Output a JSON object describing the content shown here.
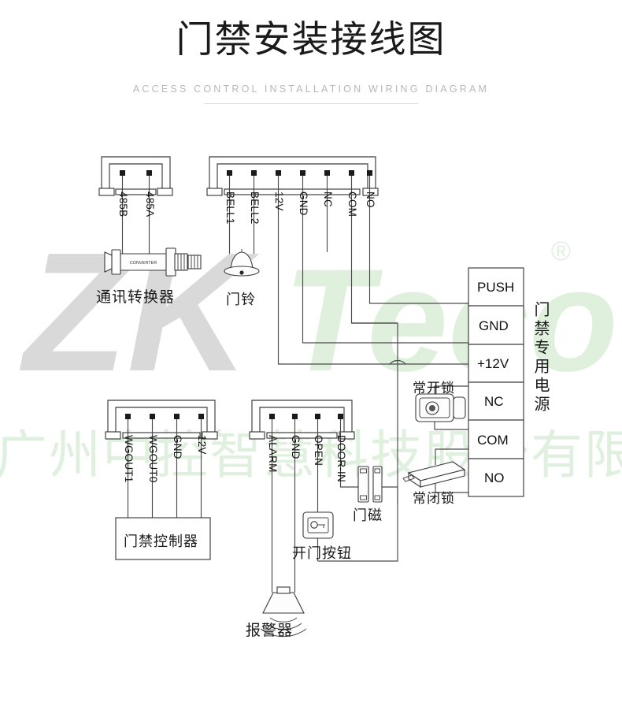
{
  "header": {
    "title": "门禁安装接线图",
    "subtitle": "ACCESS CONTROL INSTALLATION WIRING DIAGRAM"
  },
  "watermark": {
    "brand_zk": "ZK",
    "brand_teco": "Teco",
    "registered_mark": "®",
    "company_cn": "广州中控智慧科技股份有限公司",
    "color_gray": "#d7d7d7",
    "color_green": "#dceedb"
  },
  "converter_terminal": {
    "pins": [
      "485B",
      "485A"
    ],
    "device_label": "CONVERTER",
    "caption": "通讯转换器"
  },
  "main_terminal": {
    "pins": [
      "BELL1",
      "BELL2",
      "12V",
      "GND",
      "NC",
      "COM",
      "NO"
    ]
  },
  "doorbell": {
    "caption": "门铃",
    "icon": "bell-icon"
  },
  "controller_terminal": {
    "pins": [
      "WGOUT1",
      "WGOUT0",
      "GND",
      "12V"
    ],
    "caption": "门禁控制器"
  },
  "alarm_terminal": {
    "pins": [
      "ALARM",
      "GND",
      "OPEN",
      "DOOR-IN"
    ]
  },
  "devices": {
    "door_button": "开门按钮",
    "door_magnet": "门磁",
    "siren": "报警器",
    "lock_no": "常开锁",
    "lock_nc": "常闭锁"
  },
  "power_supply": {
    "terminals": [
      "PUSH",
      "GND",
      "+12V",
      "NC",
      "COM",
      "NO"
    ],
    "name_cn": "门禁专用电源"
  },
  "colors": {
    "line": "#4a4a4a",
    "text": "#1a1a1a",
    "subtitle": "#b8b8b8"
  }
}
